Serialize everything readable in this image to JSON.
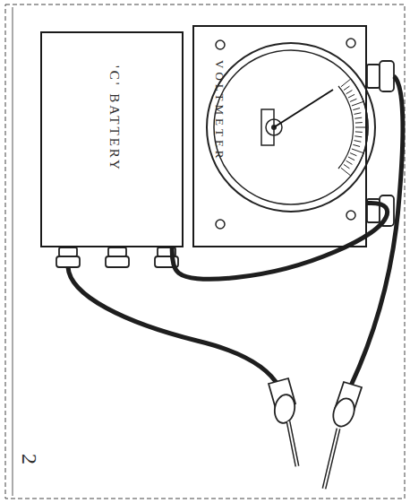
{
  "diagram": {
    "nodes": [
      {
        "text": [
          "'C' BATTERY"
        ]
      },
      {
        "text": [
          "VOLTMETER"
        ]
      }
    ],
    "edges": [
      {
        "from": 0,
        "to": 1,
        "arrow": "none"
      }
    ],
    "labels": [
      "2"
    ]
  }
}
